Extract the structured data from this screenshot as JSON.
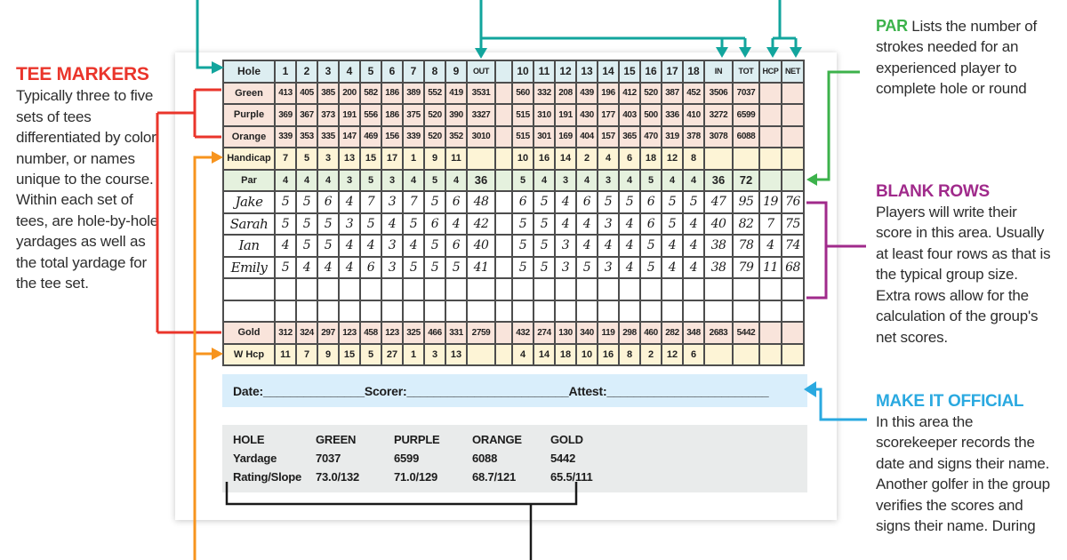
{
  "colors": {
    "teal": "#12a59d",
    "red": "#ea352b",
    "orange": "#f7941e",
    "green": "#3cb24b",
    "purple": "#a02a8b",
    "blue": "#2aa9e0",
    "black": "#1a1a1a",
    "header_fill": "#ddeef1",
    "tee_fill": "#f9e4db",
    "hcp_fill": "#fdf4d6",
    "par_fill": "#e5f1de",
    "white_fill": "#ffffff",
    "date_band": "#d9eefb",
    "summary_band": "#e9ebeb"
  },
  "annotations": {
    "tee_markers": {
      "title": "TEE MARKERS",
      "body": "Typically three to five sets of tees differentiated by color, number, or names unique to the course. Within each set of tees, are hole-by-hole yardages as well as the total yardage for the tee set."
    },
    "par": {
      "title": "PAR",
      "body": " Lists the number of strokes needed for an experienced player to complete hole or round"
    },
    "blank_rows": {
      "title": "BLANK ROWS",
      "body": "Players will write their score in this area. Usually at least four rows as that is the typical group size. Extra rows allow for the calculation of the group's net scores."
    },
    "make_it_official": {
      "title": "MAKE IT OFFICIAL",
      "body": "In this area the scorekeeper records the date and signs their name. Another golfer in the group verifies the scores and signs their name. During"
    }
  },
  "scorecard": {
    "header": [
      "Hole",
      "1",
      "2",
      "3",
      "4",
      "5",
      "6",
      "7",
      "8",
      "9",
      "OUT",
      "",
      "10",
      "11",
      "12",
      "13",
      "14",
      "15",
      "16",
      "17",
      "18",
      "IN",
      "TOT",
      "HCP",
      "NET"
    ],
    "rows": [
      {
        "label": "Green",
        "style": "tee",
        "script": false,
        "cells": [
          "413",
          "405",
          "385",
          "200",
          "582",
          "186",
          "389",
          "552",
          "419",
          "3531",
          "",
          "560",
          "332",
          "208",
          "439",
          "196",
          "412",
          "520",
          "387",
          "452",
          "3506",
          "7037",
          "",
          ""
        ]
      },
      {
        "label": "Purple",
        "style": "tee",
        "script": false,
        "cells": [
          "369",
          "367",
          "373",
          "191",
          "556",
          "186",
          "375",
          "520",
          "390",
          "3327",
          "",
          "515",
          "310",
          "191",
          "430",
          "177",
          "403",
          "500",
          "336",
          "410",
          "3272",
          "6599",
          "",
          ""
        ]
      },
      {
        "label": "Orange",
        "style": "tee",
        "script": false,
        "cells": [
          "339",
          "353",
          "335",
          "147",
          "469",
          "156",
          "339",
          "520",
          "352",
          "3010",
          "",
          "515",
          "301",
          "169",
          "404",
          "157",
          "365",
          "470",
          "319",
          "378",
          "3078",
          "6088",
          "",
          ""
        ]
      },
      {
        "label": "Handicap",
        "style": "hcp",
        "script": false,
        "cells": [
          "7",
          "5",
          "3",
          "13",
          "15",
          "17",
          "1",
          "9",
          "11",
          "",
          "",
          "10",
          "16",
          "14",
          "2",
          "4",
          "6",
          "18",
          "12",
          "8",
          "",
          "",
          "",
          ""
        ]
      },
      {
        "label": "Par",
        "style": "par",
        "script": false,
        "cells": [
          "4",
          "4",
          "4",
          "3",
          "5",
          "3",
          "4",
          "5",
          "4",
          "36",
          "",
          "5",
          "4",
          "3",
          "4",
          "3",
          "4",
          "5",
          "4",
          "4",
          "36",
          "72",
          "",
          ""
        ]
      },
      {
        "label": "Jake",
        "style": "player",
        "script": true,
        "cells": [
          "5",
          "5",
          "6",
          "4",
          "7",
          "3",
          "7",
          "5",
          "6",
          "48",
          "",
          "6",
          "5",
          "4",
          "6",
          "5",
          "5",
          "6",
          "5",
          "5",
          "47",
          "95",
          "19",
          "76"
        ]
      },
      {
        "label": "Sarah",
        "style": "player",
        "script": true,
        "cells": [
          "5",
          "5",
          "5",
          "3",
          "5",
          "4",
          "5",
          "6",
          "4",
          "42",
          "",
          "5",
          "5",
          "4",
          "4",
          "3",
          "4",
          "6",
          "5",
          "4",
          "40",
          "82",
          "7",
          "75"
        ]
      },
      {
        "label": "Ian",
        "style": "player",
        "script": true,
        "cells": [
          "4",
          "5",
          "5",
          "4",
          "4",
          "3",
          "4",
          "5",
          "6",
          "40",
          "",
          "5",
          "5",
          "3",
          "4",
          "4",
          "4",
          "5",
          "4",
          "4",
          "38",
          "78",
          "4",
          "74"
        ]
      },
      {
        "label": "Emily",
        "style": "player",
        "script": true,
        "cells": [
          "5",
          "4",
          "4",
          "4",
          "6",
          "3",
          "5",
          "5",
          "5",
          "41",
          "",
          "5",
          "5",
          "3",
          "5",
          "3",
          "4",
          "5",
          "4",
          "4",
          "38",
          "79",
          "11",
          "68"
        ]
      },
      {
        "label": "",
        "style": "blank",
        "script": false,
        "cells": [
          "",
          "",
          "",
          "",
          "",
          "",
          "",
          "",
          "",
          "",
          "",
          "",
          "",
          "",
          "",
          "",
          "",
          "",
          "",
          "",
          "",
          "",
          "",
          ""
        ]
      },
      {
        "label": "",
        "style": "blank",
        "script": false,
        "cells": [
          "",
          "",
          "",
          "",
          "",
          "",
          "",
          "",
          "",
          "",
          "",
          "",
          "",
          "",
          "",
          "",
          "",
          "",
          "",
          "",
          "",
          "",
          "",
          ""
        ]
      },
      {
        "label": "Gold",
        "style": "tee",
        "script": false,
        "cells": [
          "312",
          "324",
          "297",
          "123",
          "458",
          "123",
          "325",
          "466",
          "331",
          "2759",
          "",
          "432",
          "274",
          "130",
          "340",
          "119",
          "298",
          "460",
          "282",
          "348",
          "2683",
          "5442",
          "",
          ""
        ]
      },
      {
        "label": "W Hcp",
        "style": "hcp",
        "script": false,
        "cells": [
          "11",
          "7",
          "9",
          "15",
          "5",
          "27",
          "1",
          "3",
          "13",
          "",
          "",
          "4",
          "14",
          "18",
          "10",
          "16",
          "8",
          "2",
          "12",
          "6",
          "",
          "",
          "",
          ""
        ]
      }
    ]
  },
  "signature": {
    "date_label": "Date:",
    "date_line": "_______________",
    "scorer_label": "Scorer:",
    "scorer_line": "________________________",
    "attest_label": "Attest:",
    "attest_line": "________________________"
  },
  "summary": {
    "headers": [
      "HOLE",
      "GREEN",
      "PURPLE",
      "ORANGE",
      "GOLD"
    ],
    "rows": [
      {
        "label": "Yardage",
        "values": [
          "7037",
          "6599",
          "6088",
          "5442"
        ]
      },
      {
        "label": "Rating/Slope",
        "values": [
          "73.0/132",
          "71.0/129",
          "68.7/121",
          "65.5/111"
        ]
      }
    ]
  }
}
